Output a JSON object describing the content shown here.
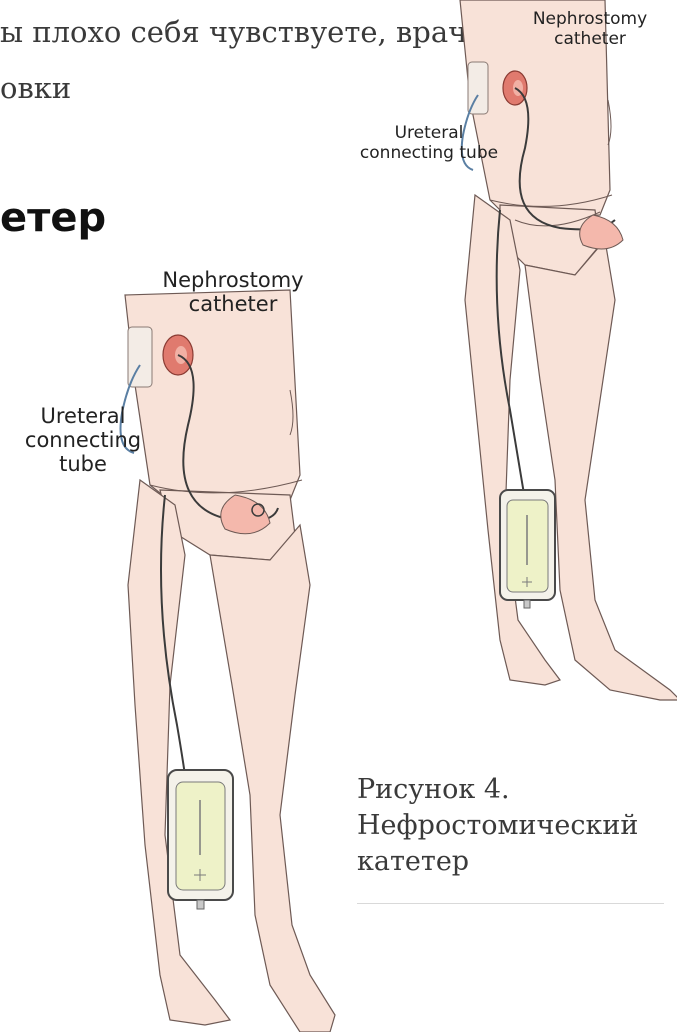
{
  "article": {
    "paragraph_line1": "ы плохо себя чувствуете, врач",
    "paragraph_line2": "овки",
    "section_heading": "етер"
  },
  "figure_large": {
    "label_catheter": "Nephrostomy catheter",
    "label_tube": "Ureteral connecting tube"
  },
  "figure_small": {
    "label_catheter": "Nephrostomy catheter",
    "label_tube": "Ureteral connecting tube"
  },
  "caption": {
    "line1": "Рисунок 4.",
    "line2": "Нефростомический",
    "line3": "катетер"
  }
}
